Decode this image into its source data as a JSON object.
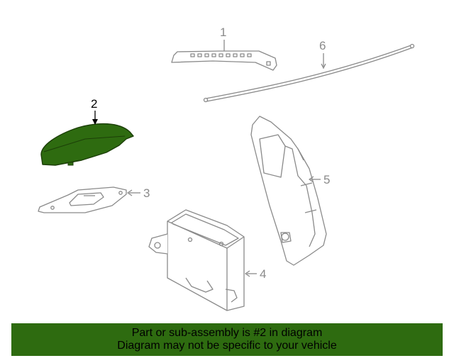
{
  "colors": {
    "highlight": "#2e6b10",
    "banner": "#2e6b10",
    "line": "#8a8a8a",
    "highlight_label": "#000000"
  },
  "callouts": {
    "part1": "1",
    "part2": "2",
    "part3": "3",
    "part4": "4",
    "part5": "5",
    "part6": "6"
  },
  "banner": {
    "line1": "Part or sub-assembly is #2 in diagram",
    "line2": "Diagram may not be specific to your vehicle"
  }
}
